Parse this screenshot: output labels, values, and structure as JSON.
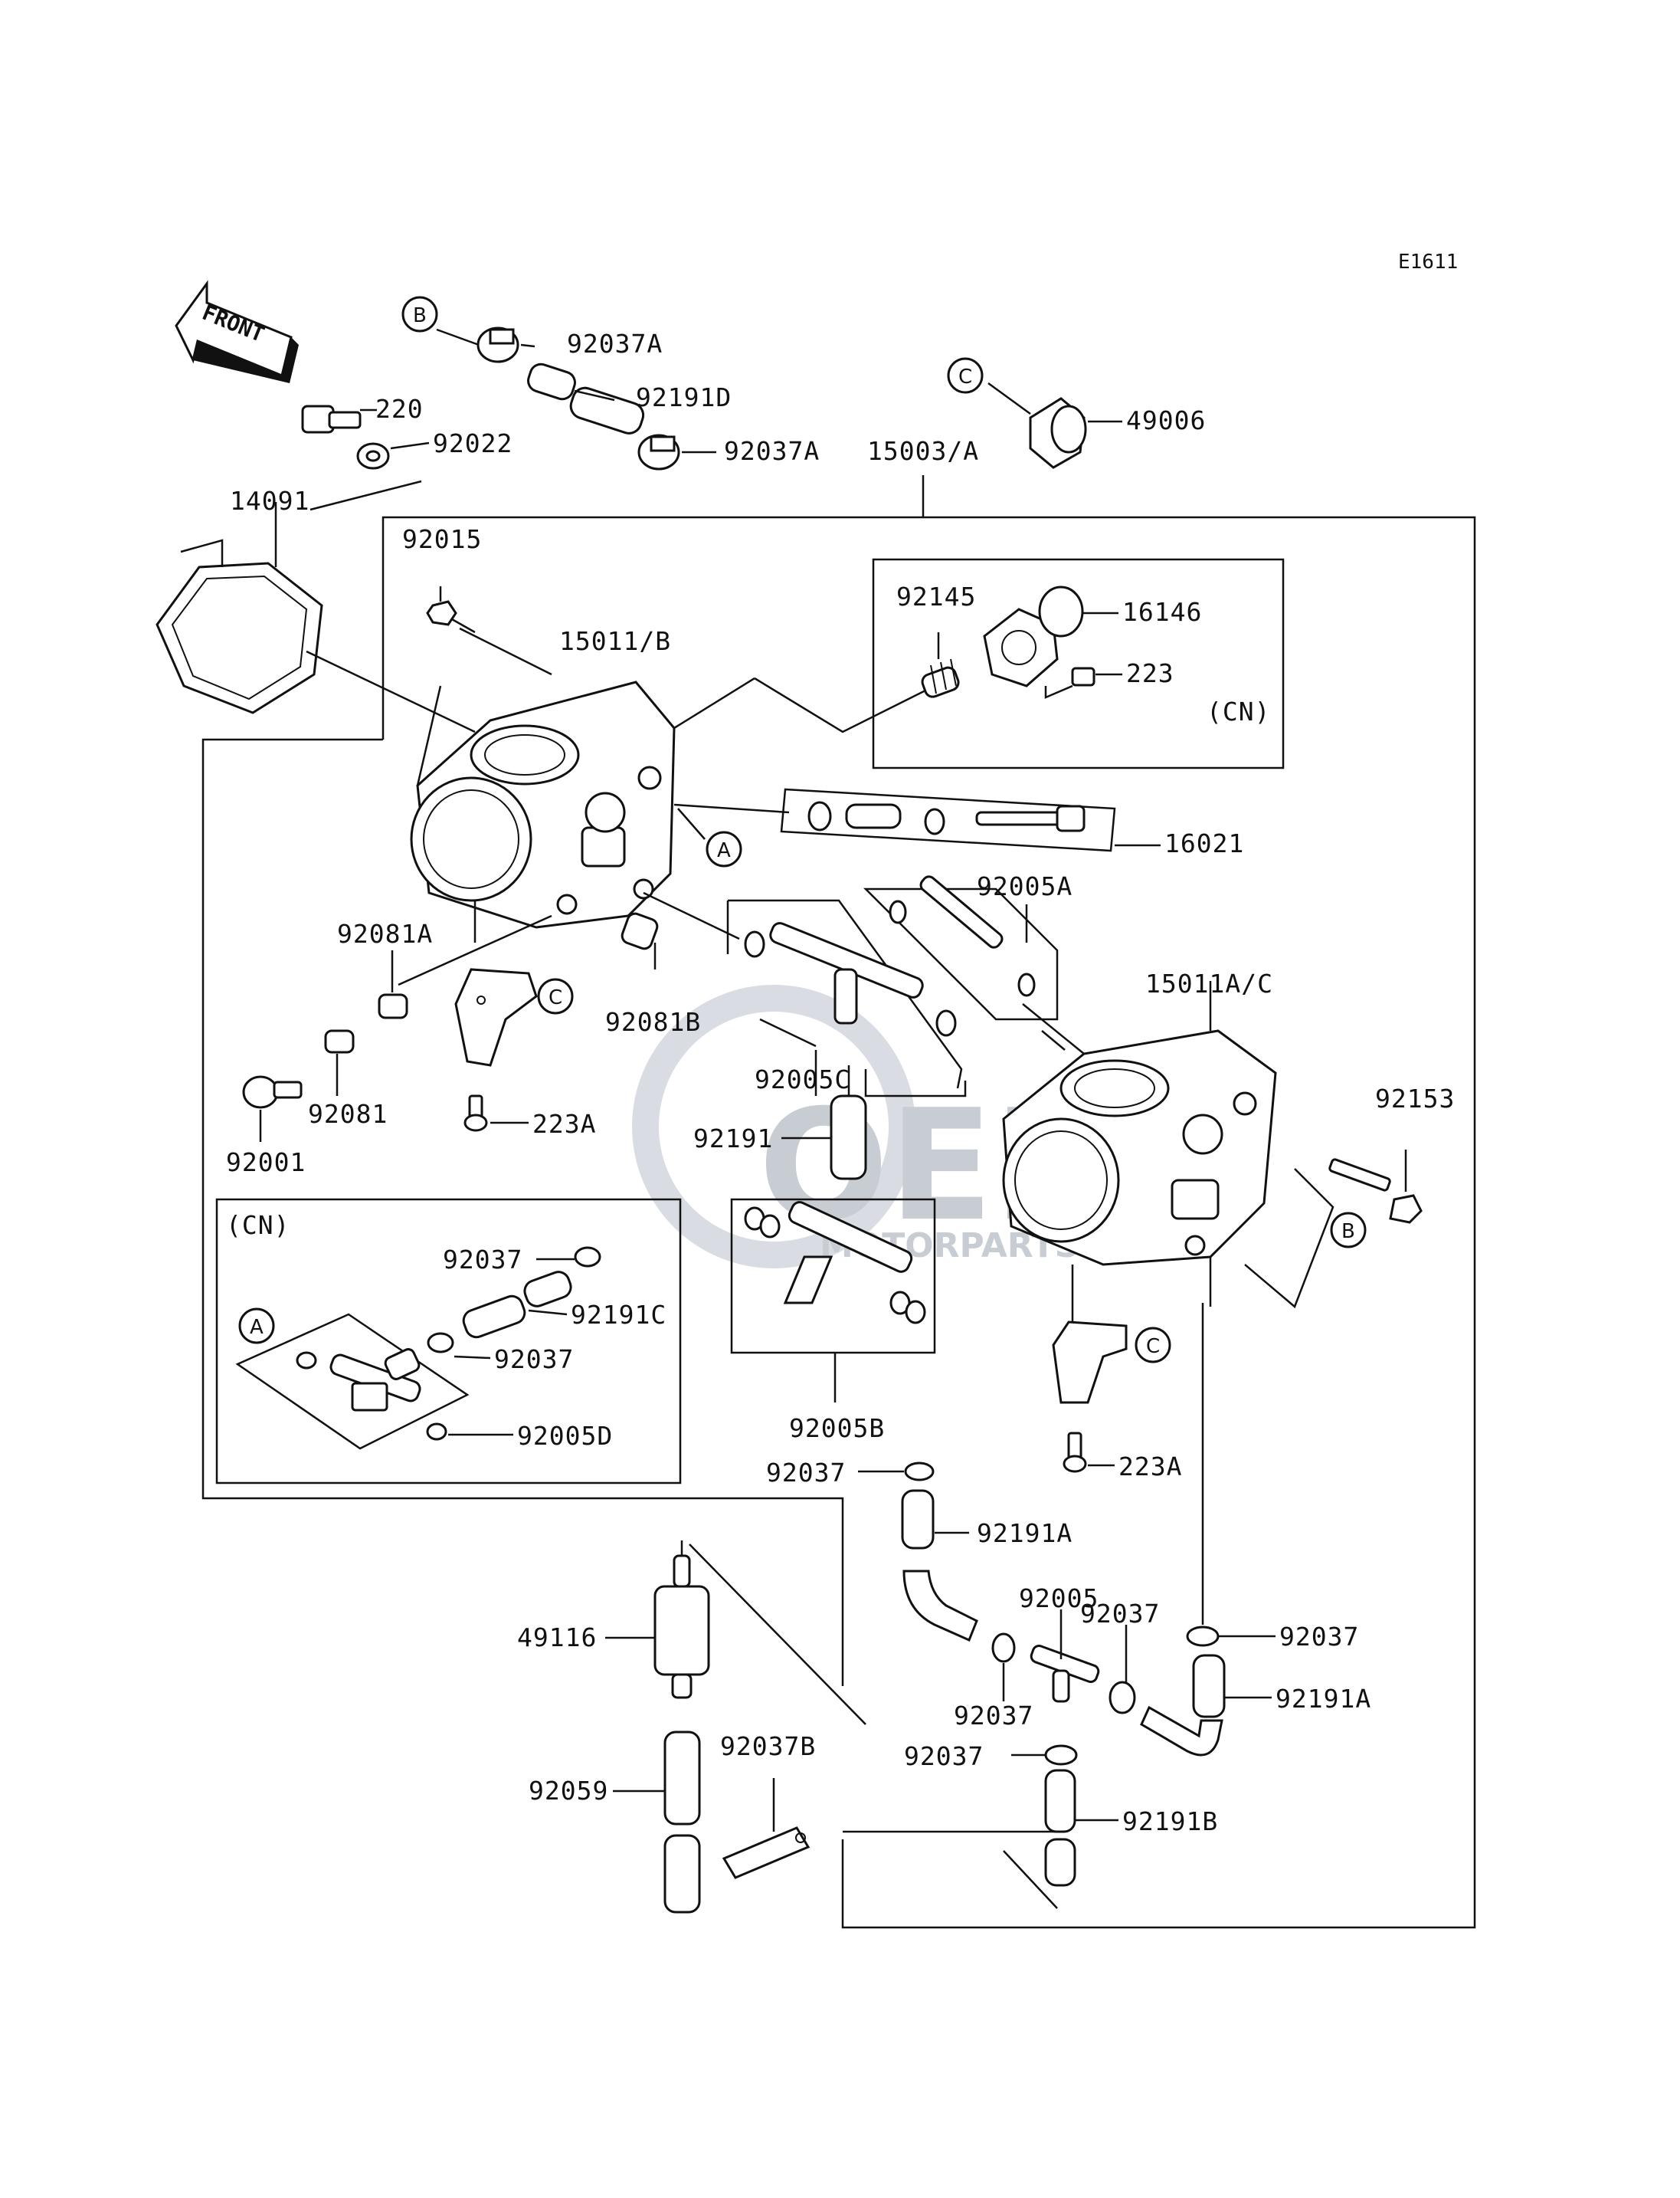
{
  "diagram_id": "E1611",
  "front_arrow_label": "FRONT",
  "watermark": {
    "brand": "OEM",
    "sub": "MOTORPARTS"
  },
  "callouts": {
    "a1": "A",
    "a2": "A",
    "b1": "B",
    "b2": "B",
    "c1": "C",
    "c2": "C",
    "c3": "C"
  },
  "labels": {
    "p220": "220",
    "p92022": "92022",
    "p14091": "14091",
    "p92037A_1": "92037A",
    "p92191D": "92191D",
    "p92037A_2": "92037A",
    "p49006": "49006",
    "p15003A": "15003/A",
    "p92015": "92015",
    "p15011B": "15011/B",
    "p92145": "92145",
    "p16146": "16146",
    "p223": "223",
    "cn1": "(CN)",
    "p16021": "16021",
    "p92005A": "92005A",
    "p15011AC": "15011A/C",
    "p92081A": "92081A",
    "p92081B": "92081B",
    "p92005C": "92005C",
    "p92153": "92153",
    "p92081": "92081",
    "p92001": "92001",
    "p223A_1": "223A",
    "p92191": "92191",
    "cn2": "(CN)",
    "p92037_cn1": "92037",
    "p92191C": "92191C",
    "p92037_cn2": "92037",
    "p92005D": "92005D",
    "p92005B": "92005B",
    "p223A_2": "223A",
    "p92037_a": "92037",
    "p92191A_1": "92191A",
    "p92005": "92005",
    "p92037_b": "92037",
    "p92037_c": "92037",
    "p92037_d": "92037",
    "p92037_e": "92037",
    "p92191A_2": "92191A",
    "p49116": "49116",
    "p92037B": "92037B",
    "p92059": "92059",
    "p92191B": "92191B"
  }
}
